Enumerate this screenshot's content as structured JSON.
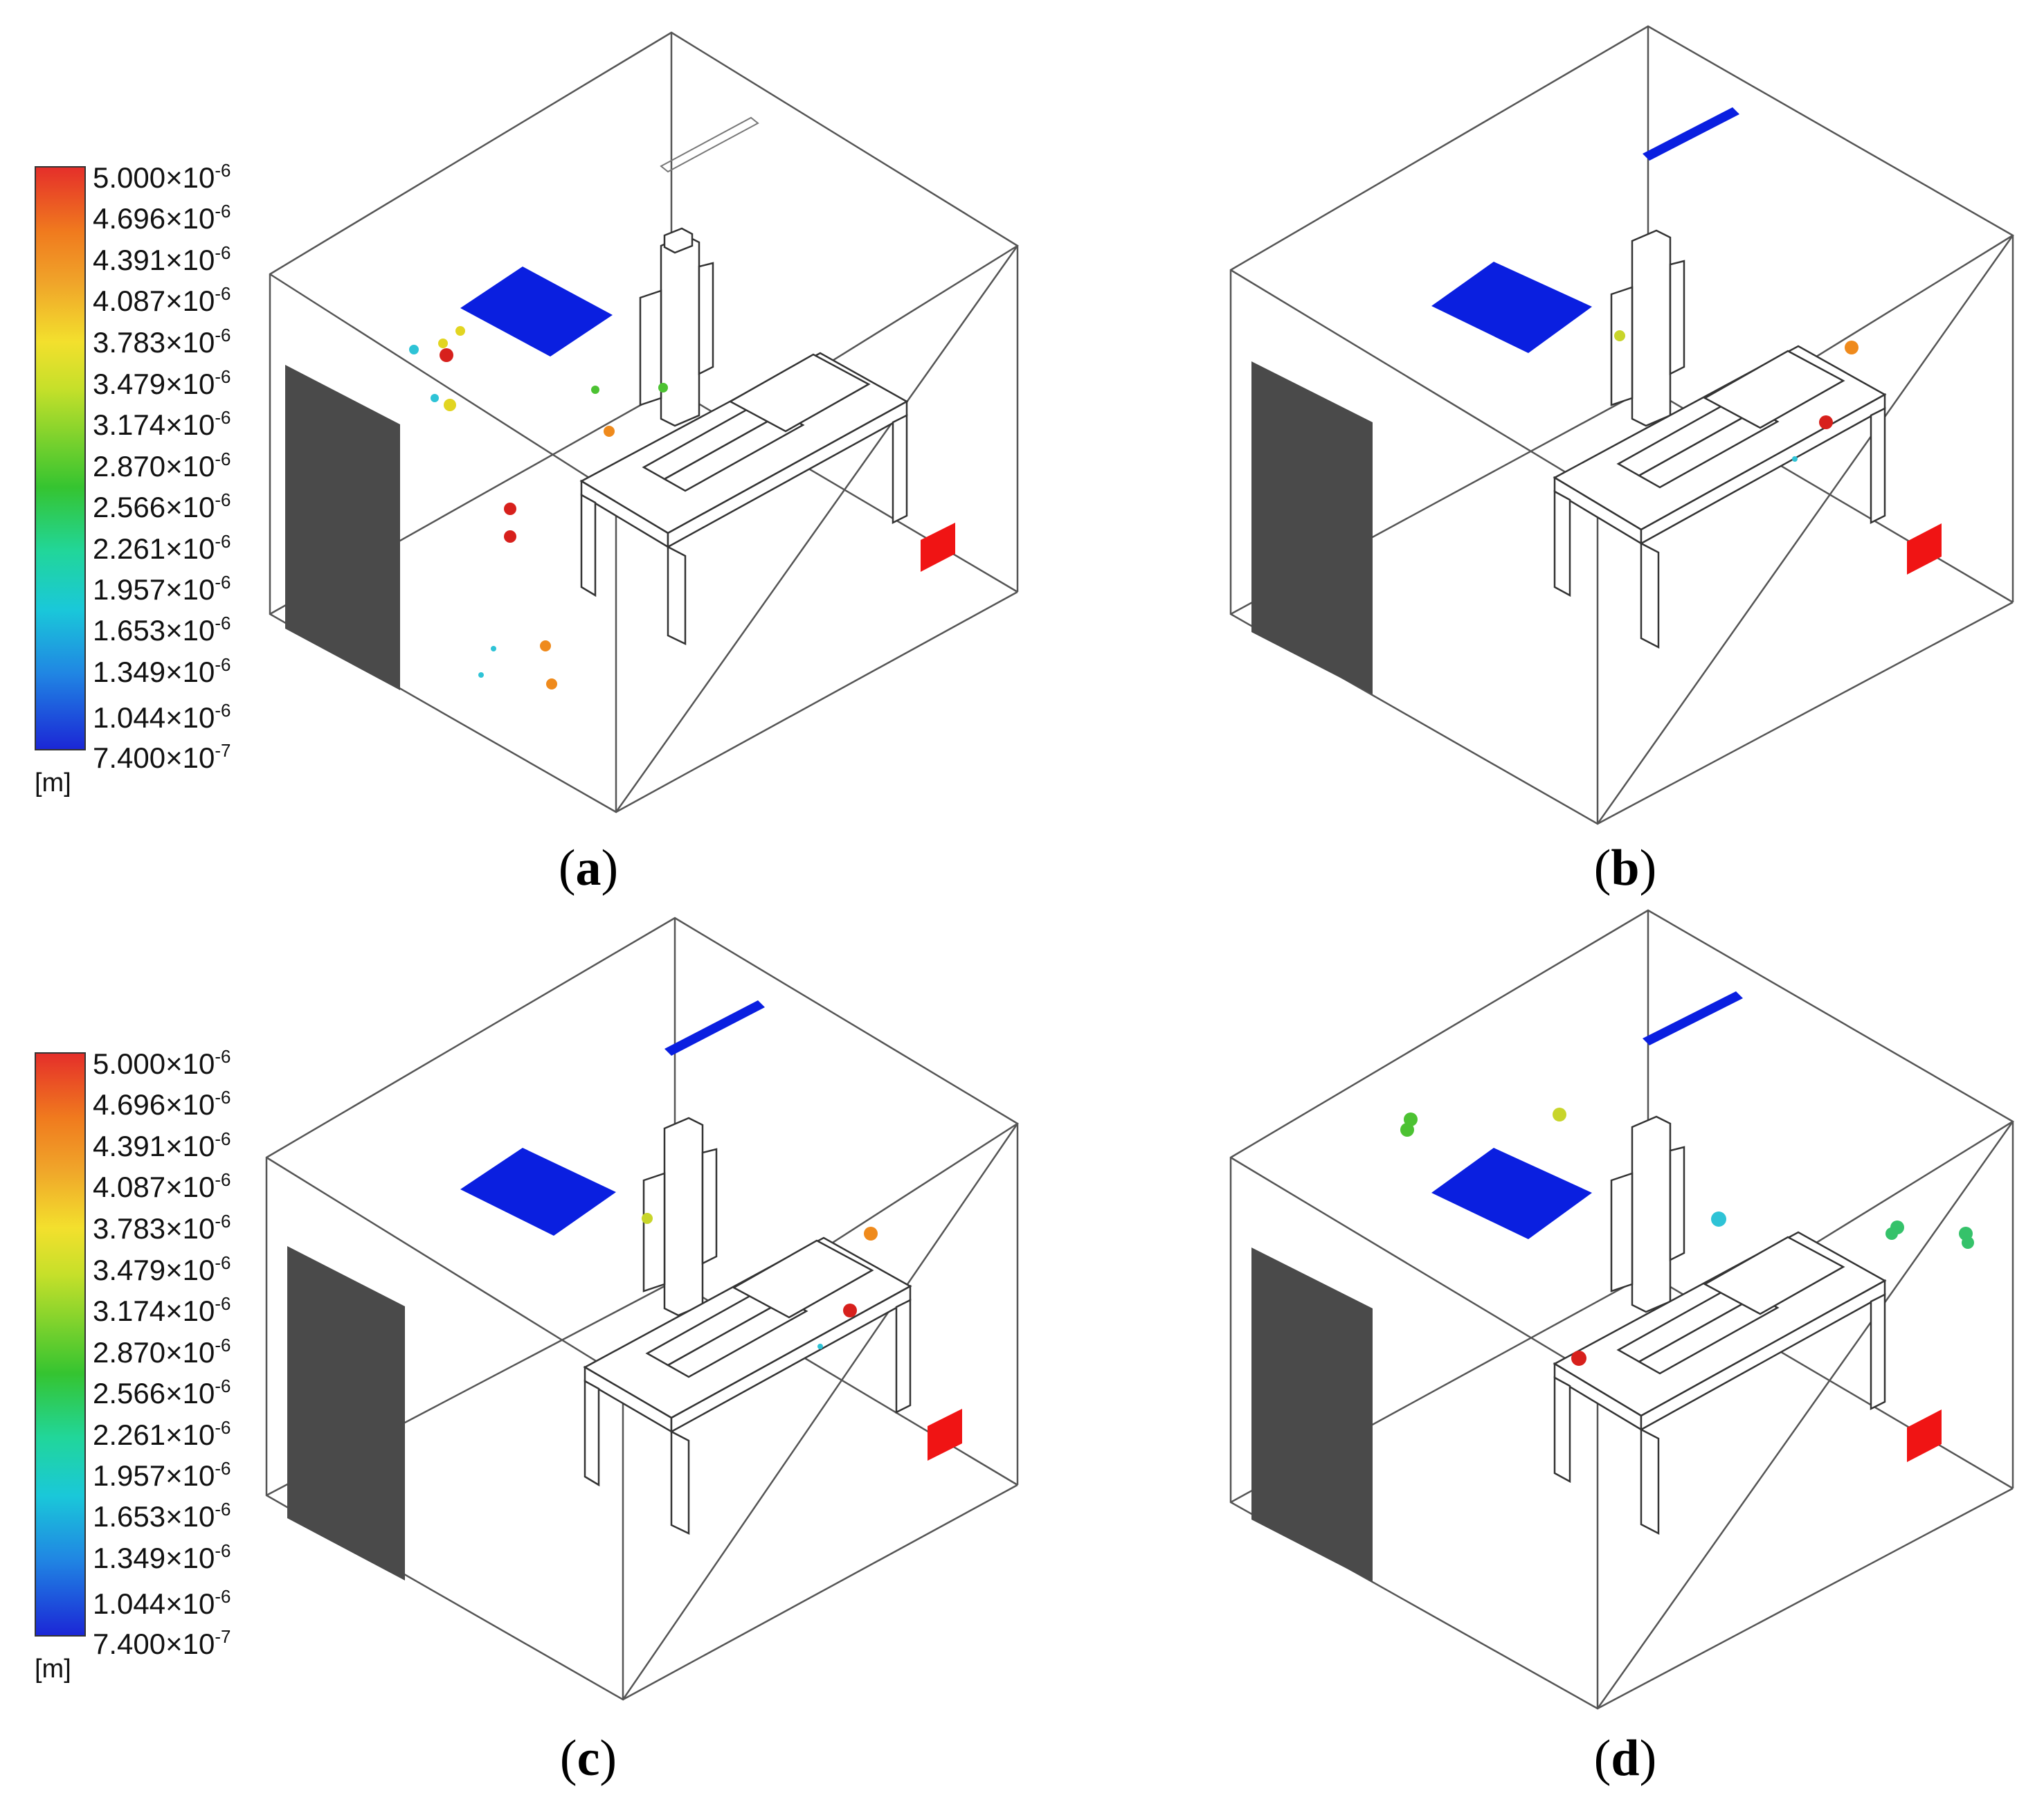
{
  "panels": [
    {
      "id": "a",
      "label": "a"
    },
    {
      "id": "b",
      "label": "b"
    },
    {
      "id": "c",
      "label": "c"
    },
    {
      "id": "d",
      "label": "d"
    }
  ],
  "legend": {
    "unit": "[m]",
    "ticks": [
      {
        "mant": "5.000×10",
        "exp": "-6"
      },
      {
        "mant": "4.696×10",
        "exp": "-6"
      },
      {
        "mant": "4.391×10",
        "exp": "-6"
      },
      {
        "mant": "4.087×10",
        "exp": "-6"
      },
      {
        "mant": "3.783×10",
        "exp": "-6"
      },
      {
        "mant": "3.479×10",
        "exp": "-6"
      },
      {
        "mant": "3.174×10",
        "exp": "-6"
      },
      {
        "mant": "2.870×10",
        "exp": "-6"
      },
      {
        "mant": "2.566×10",
        "exp": "-6"
      },
      {
        "mant": "2.261×10",
        "exp": "-6"
      },
      {
        "mant": "1.957×10",
        "exp": "-6"
      },
      {
        "mant": "1.653×10",
        "exp": "-6"
      },
      {
        "mant": "1.349×10",
        "exp": "-6"
      },
      {
        "mant": "1.044×10",
        "exp": "-6"
      },
      {
        "mant": "7.400×10",
        "exp": "-7"
      }
    ]
  },
  "colors": {
    "inlet_blue": "#0a1fe0",
    "outlet_red": "#f01414",
    "door_gray": "#4a4a4a",
    "room_edge": "#555555",
    "particle_red": "#d7201c",
    "particle_orange": "#ef8a1c",
    "particle_yellow": "#e2d521",
    "particle_green": "#4cc232",
    "particle_cyan": "#2ec3d6"
  }
}
